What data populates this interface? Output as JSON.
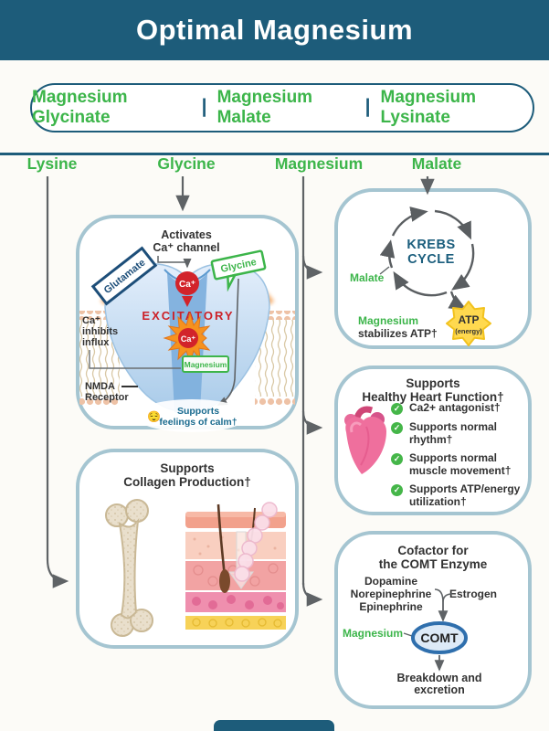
{
  "header": {
    "title": "Optimal Magnesium"
  },
  "pill": {
    "items": [
      "Magnesium Glycinate",
      "Magnesium Malate",
      "Magnesium Lysinate"
    ],
    "separator": "|"
  },
  "labels": {
    "lysine": "Lysine",
    "glycine": "Glycine",
    "magnesium": "Magnesium",
    "malate": "Malate"
  },
  "nmda": {
    "activates_line1": "Activates",
    "activates_line2": "Ca⁺ channel",
    "glutamate": "Glutamate",
    "glycine": "Glycine",
    "ca_ion": "Ca⁺",
    "excitatory": "EXCITATORY",
    "inhibits_line1": "Ca⁺",
    "inhibits_line2": "inhibits",
    "inhibits_line3": "influx",
    "magnesium": "Magnesium",
    "receptor_line1": "NMDA",
    "receptor_line2": "Receptor",
    "calm_emoji": "😌",
    "calm_line1": "Supports",
    "calm_line2": "feelings of calm†"
  },
  "krebs": {
    "title_line1": "KREBS",
    "title_line2": "CYCLE",
    "malate": "Malate",
    "magnesium": "Magnesium",
    "stabilizes": "stabilizes ATP†",
    "atp": "ATP",
    "energy": "(energy)"
  },
  "heart": {
    "title_line1": "Supports",
    "title_line2": "Healthy Heart Function†",
    "check": "✓",
    "items": [
      "Ca2+ antagonist†",
      "Supports normal rhythm†",
      "Supports normal muscle movement†",
      "Supports ATP/energy utilization†"
    ]
  },
  "collagen": {
    "title_line1": "Supports",
    "title_line2": "Collagen Production†"
  },
  "comt": {
    "title_line1": "Cofactor for",
    "title_line2": "the COMT Enzyme",
    "inputs": [
      "Dopamine",
      "Norepinephrine",
      "Epinephrine"
    ],
    "estrogen": "Estrogen",
    "magnesium": "Magnesium",
    "enzyme": "COMT",
    "output_line1": "Breakdown and",
    "output_line2": "excretion"
  },
  "colors": {
    "teal": "#1d5c7a",
    "green": "#3cb54a",
    "box_border": "#a5c5d1",
    "red": "#d2232a",
    "orange": "#f6921e",
    "yellow": "#ffd94f",
    "navy": "#1d4e79",
    "teal_text": "#166080",
    "arrow_gray": "#5f6366"
  }
}
